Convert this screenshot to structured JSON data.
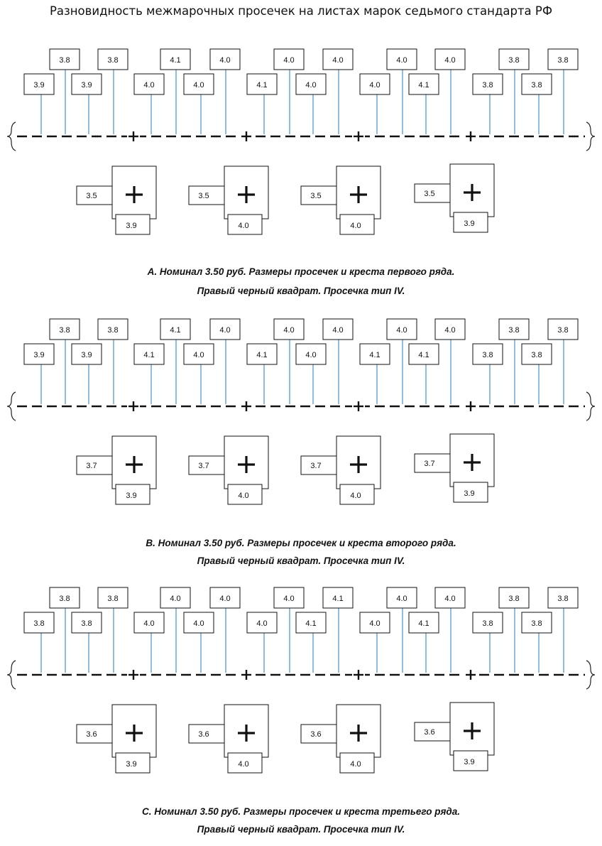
{
  "title": "Разновидность межмарочных просечек на листах марок седьмого стандарта РФ",
  "panels": [
    {
      "top_labels": [
        "3.9",
        "3.8",
        "3.9",
        "3.8",
        "4.0",
        "4.1",
        "4.0",
        "4.0",
        "4.1",
        "4.0",
        "4.0",
        "4.0",
        "4.0",
        "4.0",
        "4.1",
        "4.0",
        "3.8",
        "3.8",
        "3.8",
        "3.8"
      ],
      "cross_left_labels": [
        "3.5",
        "3.5",
        "3.5",
        "3.5"
      ],
      "cross_bottom_labels": [
        "3.9",
        "4.0",
        "4.0",
        "3.9"
      ],
      "caption_line1": "А. Номинал 3.50 руб. Размеры просечек и креста первого ряда.",
      "caption_line2": "Правый черный квадрат. Просечка тип IV."
    },
    {
      "top_labels": [
        "3.9",
        "3.8",
        "3.9",
        "3.8",
        "4.1",
        "4.1",
        "4.0",
        "4.0",
        "4.1",
        "4.0",
        "4.0",
        "4.0",
        "4.1",
        "4.0",
        "4.1",
        "4.0",
        "3.8",
        "3.8",
        "3.8",
        "3.8"
      ],
      "cross_left_labels": [
        "3.7",
        "3.7",
        "3.7",
        "3.7"
      ],
      "cross_bottom_labels": [
        "3.9",
        "4.0",
        "4.0",
        "3.9"
      ],
      "caption_line1": "В. Номинал 3.50 руб. Размеры просечек и креста второго ряда.",
      "caption_line2": "Правый черный квадрат. Просечка тип IV."
    },
    {
      "top_labels": [
        "3.8",
        "3.8",
        "3.8",
        "3.8",
        "4.0",
        "4.0",
        "4.0",
        "4.0",
        "4.0",
        "4.0",
        "4.1",
        "4.1",
        "4.0",
        "4.0",
        "4.1",
        "4.0",
        "3.8",
        "3.8",
        "3.8",
        "3.8"
      ],
      "cross_left_labels": [
        "3.6",
        "3.6",
        "3.6",
        "3.6"
      ],
      "cross_bottom_labels": [
        "3.9",
        "4.0",
        "4.0",
        "3.9"
      ],
      "caption_line1": "С. Номинал 3.50 руб. Размеры просечек и креста третьего ряда.",
      "caption_line2": "Правый черный квадрат. Просечка тип IV."
    }
  ]
}
